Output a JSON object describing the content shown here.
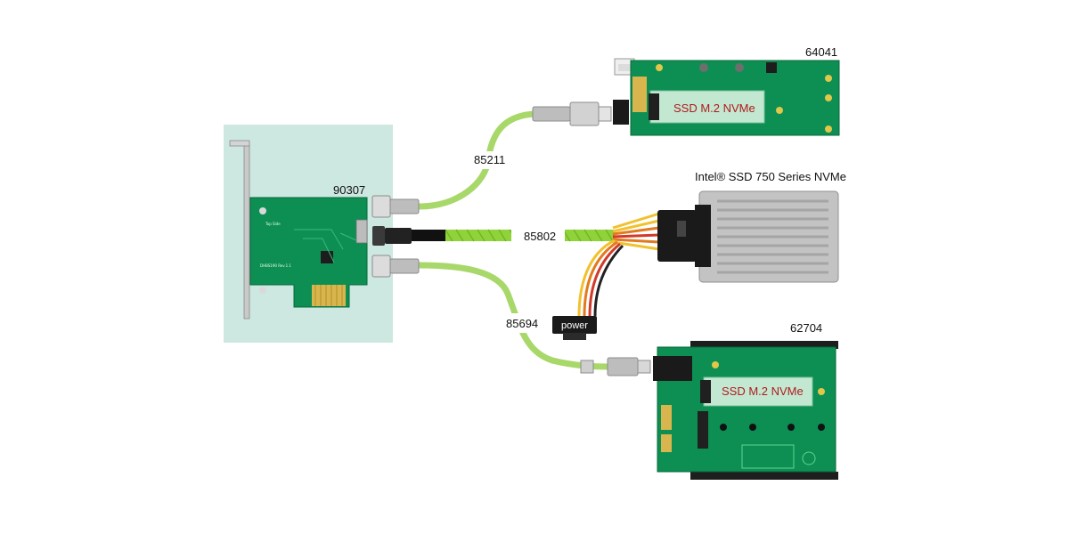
{
  "labels": {
    "card_90307": "90307",
    "cable_85211": "85211",
    "cable_85802": "85802",
    "cable_85694": "85694",
    "board_64041": "64041",
    "board_62704": "62704",
    "intel_ssd": "Intel® SSD 750 Series NVMe",
    "ssd_m2_top": "SSD M.2 NVMe",
    "ssd_m2_bottom": "SSD M.2 NVMe",
    "power": "power"
  },
  "colors": {
    "card_background": "#cde7e1",
    "pcb": "#0d8f53",
    "cable_green": "#a8d86a",
    "cable_braid": "#8fd23a",
    "connector_grey": "#b7b7b7",
    "label_red": "#b11a1a"
  }
}
